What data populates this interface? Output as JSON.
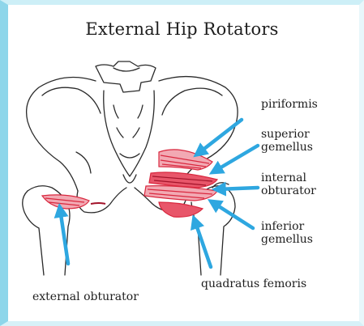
{
  "title": "External Hip Rotators",
  "labels": {
    "piriformis": "piriformis",
    "superior_gemellus": "superior\ngemellus",
    "internal_obturator": "internal\nobturator",
    "inferior_gemellus": "inferior\ngemellus",
    "quadratus_femoris": "quadratus femoris",
    "external_obturator": "external obturator"
  },
  "colors": {
    "arrow": "#2ea7e0",
    "muscle": "#d9283f",
    "muscle_light": "#f2a9b3",
    "bone_line": "#2a2a2a",
    "frame": "#8ed6ea"
  }
}
